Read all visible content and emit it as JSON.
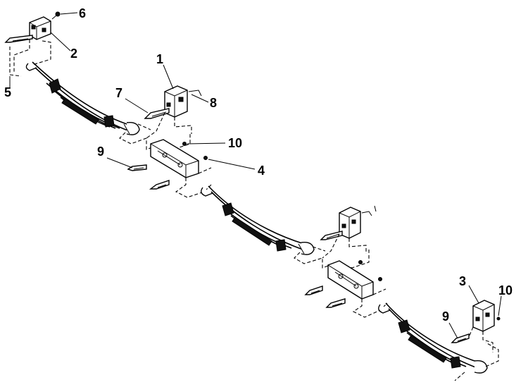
{
  "diagram": {
    "callouts": [
      {
        "id": "c1",
        "label": "1"
      },
      {
        "id": "c2",
        "label": "2"
      },
      {
        "id": "c3",
        "label": "3"
      },
      {
        "id": "c4",
        "label": "4"
      },
      {
        "id": "c5",
        "label": "5"
      },
      {
        "id": "c6",
        "label": "6"
      },
      {
        "id": "c7",
        "label": "7"
      },
      {
        "id": "c8",
        "label": "8"
      },
      {
        "id": "c9a",
        "label": "9"
      },
      {
        "id": "c9b",
        "label": "9"
      },
      {
        "id": "c10a",
        "label": "10"
      },
      {
        "id": "c10b",
        "label": "10"
      }
    ]
  },
  "colors": {
    "ink": "#000000",
    "background": "#ffffff"
  }
}
